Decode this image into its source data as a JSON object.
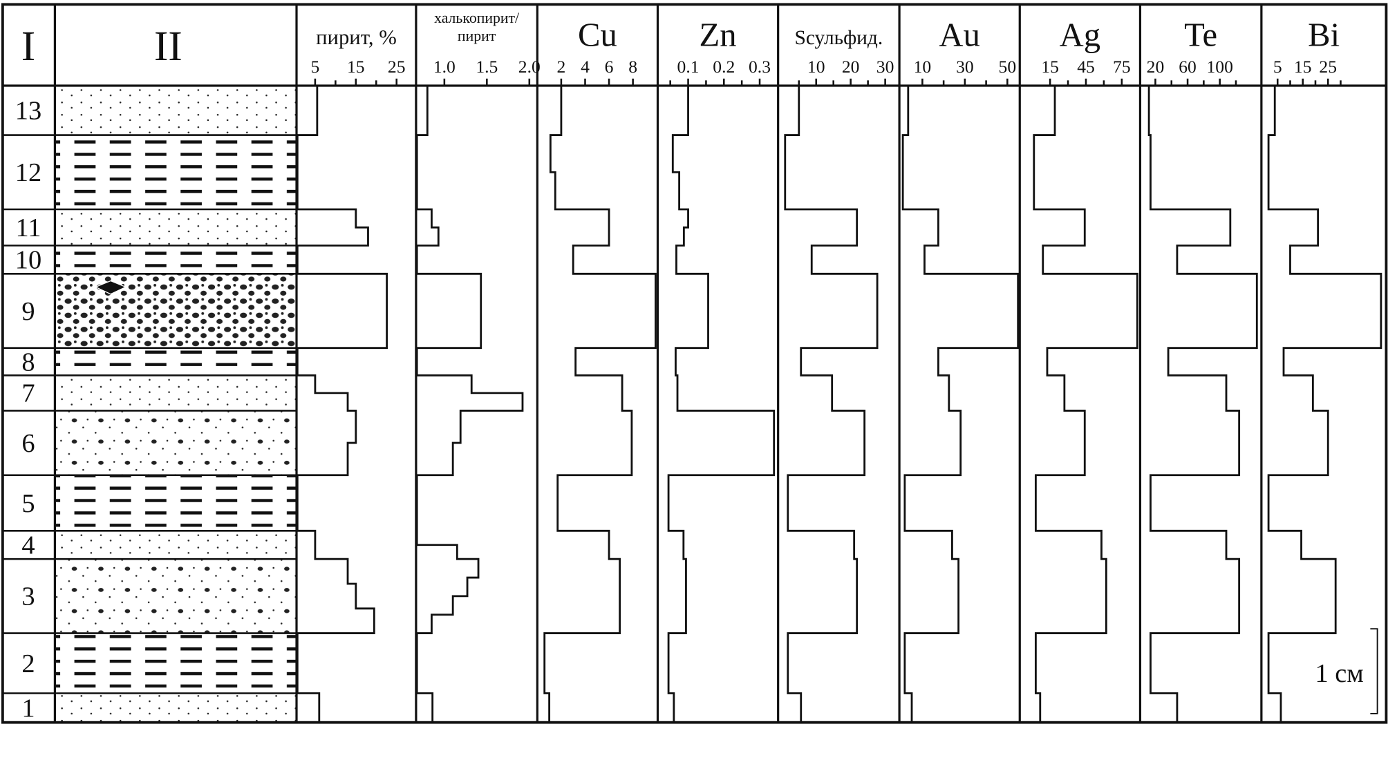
{
  "chart_data": {
    "type": "step-profile",
    "column_I_label": "I",
    "column_II_label": "II",
    "layers": [
      "13",
      "12",
      "11",
      "10",
      "9",
      "8",
      "7",
      "6",
      "5",
      "4",
      "3",
      "2",
      "1"
    ],
    "scale_bar_label": "1 см",
    "series": [
      {
        "name": "пирит, %",
        "ticks": [
          "5",
          "15",
          "25"
        ],
        "tick_values": [
          5,
          15,
          25
        ],
        "minor": [
          10,
          20
        ],
        "values": [
          5.5,
          0,
          [
            15,
            18
          ],
          0,
          22.6,
          0,
          [
            5,
            13
          ],
          [
            15,
            13
          ],
          0,
          5,
          [
            13,
            15,
            19.5
          ],
          0,
          6
        ]
      },
      {
        "name": "халькопирит/",
        "name2": "пирит",
        "ticks": [
          "1.0",
          "1.5",
          "2.0"
        ],
        "tick_values": [
          1.0,
          1.5,
          2.0
        ],
        "minor": [],
        "values": [
          0.8,
          0.67,
          [
            0.85,
            0.93
          ],
          0.67,
          1.43,
          0.67,
          [
            1.32,
            1.92
          ],
          [
            1.19,
            1.1
          ],
          0.67,
          [
            0.67,
            1.15
          ],
          [
            1.4,
            1.27,
            1.1,
            0.85
          ],
          0.67,
          0.86
        ]
      },
      {
        "name": "Cu",
        "ticks": [
          "2",
          "4",
          "6",
          "8"
        ],
        "tick_values": [
          2,
          4,
          6,
          8
        ],
        "minor": [],
        "values": [
          2,
          [
            1.1,
            1.5
          ],
          6,
          3,
          9.9,
          3.2,
          7.1,
          7.9,
          1.7,
          6,
          6.9,
          0.6,
          1
        ]
      },
      {
        "name": "Zn",
        "ticks": [
          "0.1",
          "0.2",
          "0.3"
        ],
        "tick_values": [
          0.1,
          0.2,
          0.3
        ],
        "minor": [
          0.05,
          0.15,
          0.25
        ],
        "values": [
          0.1,
          [
            0.057,
            0.075
          ],
          [
            0.1,
            0.088
          ],
          0.067,
          0.156,
          0.065,
          0.07,
          0.34,
          0.045,
          0.087,
          0.094,
          0.045,
          0.06
        ]
      },
      {
        "name": "Sсульфид.",
        "ticks": [
          "10",
          "20",
          "30"
        ],
        "tick_values": [
          10,
          20,
          30
        ],
        "minor": [
          5,
          15,
          25
        ],
        "values": [
          5,
          1,
          21.8,
          8.7,
          27.7,
          5.6,
          14.6,
          24,
          1.8,
          21,
          21.8,
          1.8,
          5.6
        ]
      },
      {
        "name": "Au",
        "ticks": [
          "10",
          "30",
          "50"
        ],
        "tick_values": [
          10,
          30,
          50
        ],
        "minor": [
          20,
          40
        ],
        "values": [
          3.3,
          0.8,
          17.5,
          11,
          55,
          17.5,
          22.5,
          28,
          1.7,
          24,
          27,
          1.7,
          5
        ]
      },
      {
        "name": "Ag",
        "ticks": [
          "15",
          "45",
          "75"
        ],
        "tick_values": [
          15,
          45,
          75
        ],
        "minor": [
          30,
          60,
          90
        ],
        "values": [
          19,
          1.5,
          44,
          9,
          88,
          12.6,
          27,
          44,
          3,
          58,
          62,
          3,
          6.7
        ]
      },
      {
        "name": "Te",
        "ticks": [
          "20",
          "60",
          "100"
        ],
        "tick_values": [
          20,
          60,
          100
        ],
        "minor": [
          40,
          80,
          120
        ],
        "values": [
          12,
          14,
          113,
          47,
          146,
          36,
          108,
          124,
          14,
          108,
          124,
          14,
          47
        ]
      },
      {
        "name": "Bi",
        "ticks": [
          "5",
          "15",
          "25"
        ],
        "tick_values": [
          5,
          15,
          25
        ],
        "minor": [
          10,
          20,
          30
        ],
        "values": [
          3.9,
          1.4,
          21,
          10,
          46,
          7.4,
          19,
          25,
          1.4,
          14.4,
          28,
          1.4,
          6.3
        ]
      }
    ],
    "lithology": [
      "dots",
      "dashes",
      "dots",
      "dashes",
      "gravel",
      "dashes",
      "dots",
      "dots-gravel",
      "dashes",
      "dots",
      "dots-gravel",
      "dashes",
      "dots"
    ]
  }
}
